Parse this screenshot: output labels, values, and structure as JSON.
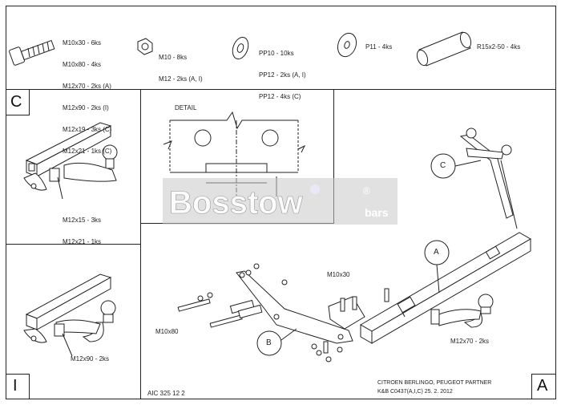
{
  "parts": {
    "bolts": [
      "M10x30 - 6ks",
      "M10x80 - 4ks",
      "M12x70 - 2ks (A)",
      "M12x90 - 2ks (I)",
      "M12x19 - 3ks (C)",
      "M12x21 - 1ks (C)"
    ],
    "nuts": [
      "M10 - 8ks",
      "M12 - 2ks (A, I)"
    ],
    "washers": [
      "PP10 - 10ks",
      "PP12 - 2ks (A, I)",
      "PP12 - 4ks (C)"
    ],
    "washer_p11": "P11 - 4ks",
    "tube": "R15x2-50 - 4ks"
  },
  "panels": {
    "c_letter": "C",
    "c_bolts": [
      "M12x15 - 3ks",
      "M12x21 - 1ks"
    ],
    "detail_label": "DETAIL",
    "i_bolt": "M12x90 - 2ks",
    "i_letter": "I",
    "a_letter": "A"
  },
  "main": {
    "callout_a": "A",
    "callout_b": "B",
    "callout_c": "C",
    "m10x30": "M10x30",
    "m10x80": "M10x80",
    "m12x70": "M12x70 - 2ks"
  },
  "footer": {
    "code": "AIC 325 12 2",
    "vehicle": "CITROEN BERLINGO, PEUGEOT PARTNER",
    "ref": "K&B C0437(A,I,C) 25. 2. 2012"
  },
  "watermark": {
    "brand": "Bosstow",
    "sub": "bars",
    "reg": "®"
  }
}
